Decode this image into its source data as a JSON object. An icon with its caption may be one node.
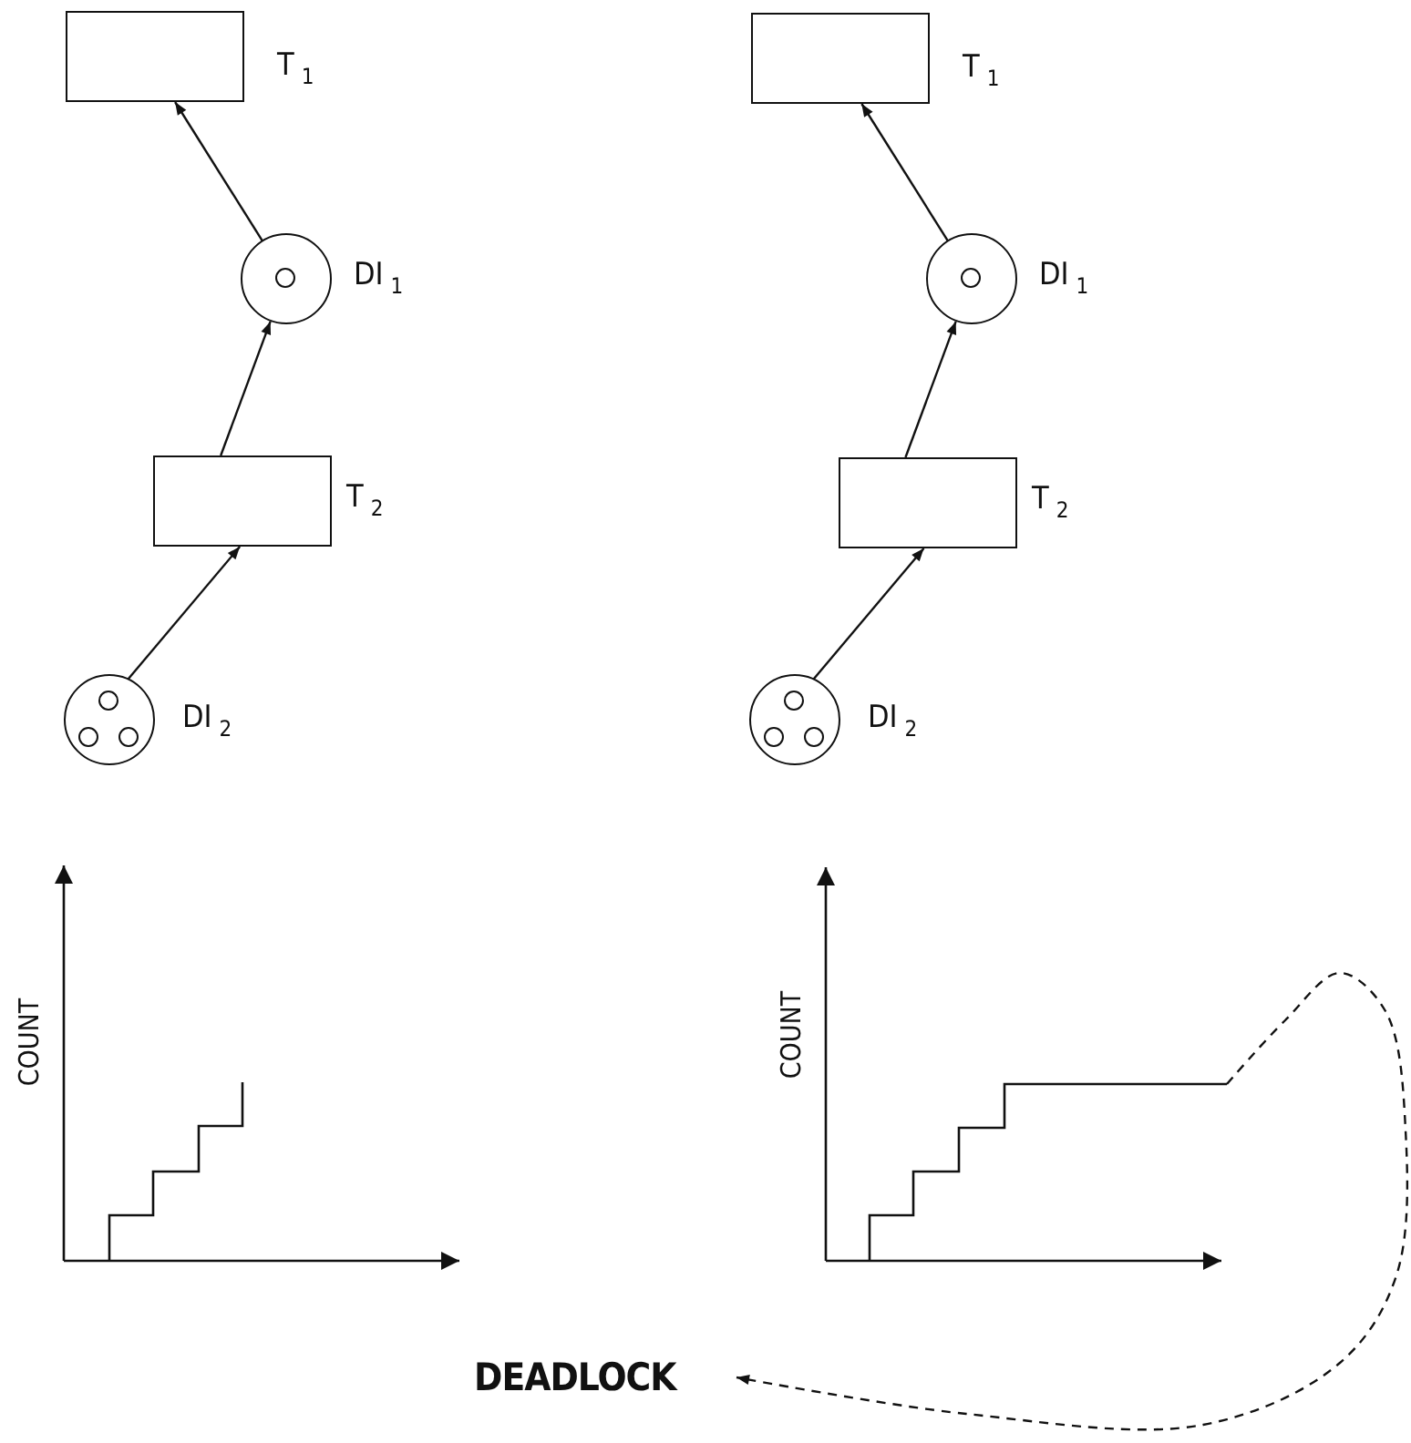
{
  "diagram": {
    "nodes": [
      {
        "text": [],
        "shape": "box",
        "beside": [
          "T$_{1}$"
        ]
      },
      {
        "text": [],
        "shape": "circle",
        "beside": [
          "DI$_{1}$"
        ]
      },
      {
        "text": [],
        "shape": "box",
        "beside": [
          "T$_{2}$"
        ]
      },
      {
        "text": [],
        "shape": "circle",
        "beside": [
          "DI$_{2}$"
        ]
      },
      {
        "text": [],
        "shape": "box",
        "beside": [
          "T$_{1}$"
        ]
      },
      {
        "text": [],
        "shape": "circle",
        "beside": [
          "DI$_{1}$"
        ]
      },
      {
        "text": [],
        "shape": "box",
        "beside": [
          "T$_{2}$"
        ]
      },
      {
        "text": [],
        "shape": "circle",
        "beside": [
          "DI$_{2}$"
        ]
      },
      {
        "text": [
          "DEADLOCK"
        ]
      }
    ],
    "edges": [
      {
        "from": 1,
        "to": 0,
        "arrow": "to"
      },
      {
        "from": 2,
        "to": 1,
        "arrow": "to"
      },
      {
        "from": 3,
        "to": 2,
        "arrow": "to"
      },
      {
        "from": 5,
        "to": 4,
        "arrow": "to"
      },
      {
        "from": 6,
        "to": 5,
        "arrow": "to"
      },
      {
        "from": 7,
        "to": 6,
        "arrow": "to"
      },
      {
        "from": null,
        "to": 8,
        "arrow": "to",
        "style": "dashed"
      }
    ],
    "labels": [
      "COUNT",
      "COUNT"
    ]
  }
}
